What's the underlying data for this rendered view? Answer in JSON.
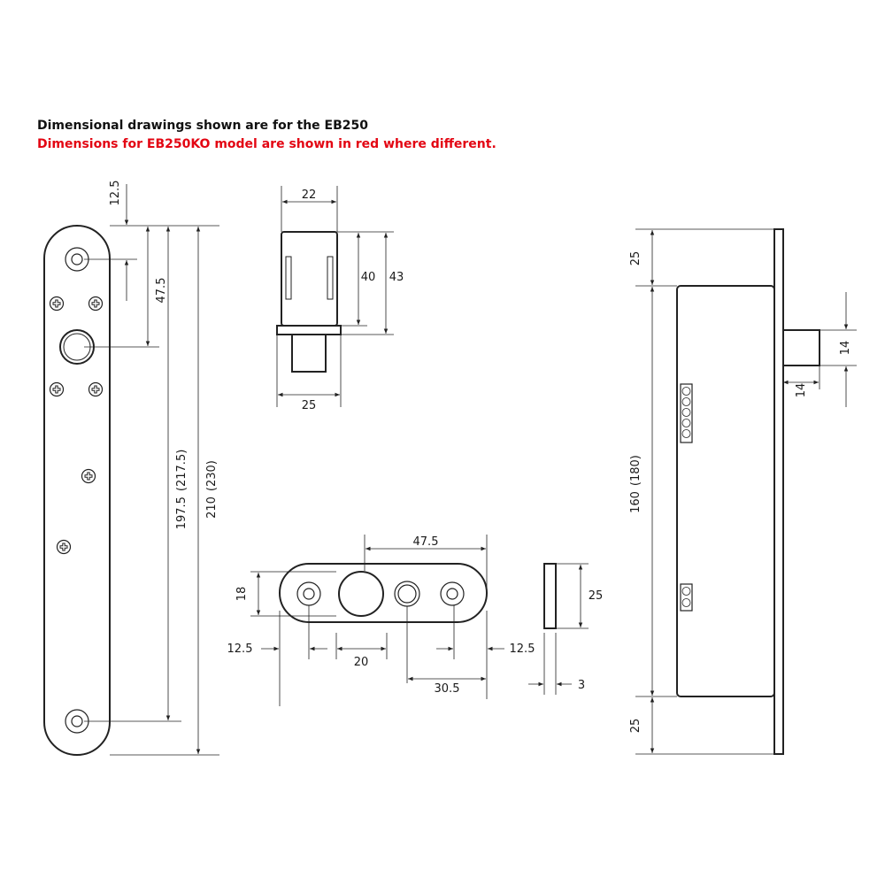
{
  "header": {
    "line1": "Dimensional drawings shown are for the EB250",
    "line2": "Dimensions for EB250KO model are shown in red where different."
  },
  "colors": {
    "text": "#1a1a1a",
    "accent_red": "#e30613",
    "line": "#222222"
  },
  "faceplate": {
    "dim_top_offset": "12.5",
    "dim_hole_to_bolt": "47.5",
    "dim_hole_spacing": "197.5",
    "dim_hole_spacing_ko": "(217.5)",
    "dim_length": "210",
    "dim_length_ko": "(230)"
  },
  "bolt_side": {
    "dim_width": "22",
    "dim_body_height": "40",
    "dim_total_height": "43",
    "dim_flange_width": "25"
  },
  "strike": {
    "dim_height": "18",
    "dim_edge_left": "12.5",
    "dim_edge_right": "12.5",
    "dim_hole_offset": "20",
    "dim_span_top": "47.5",
    "dim_span_bottom": "30.5",
    "dim_plate_height": "25",
    "dim_plate_thickness": "3"
  },
  "body_side": {
    "dim_top": "25",
    "dim_body": "160",
    "dim_body_ko": "(180)",
    "dim_bottom": "25",
    "dim_bolt_height": "14",
    "dim_bolt_projection": "14"
  }
}
